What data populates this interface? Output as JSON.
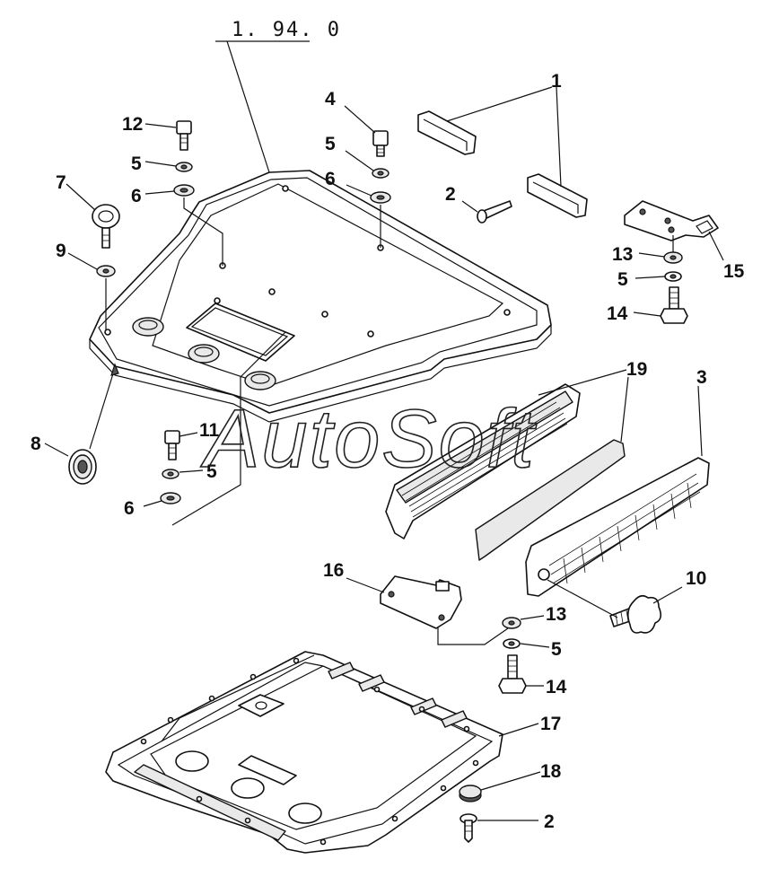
{
  "reference_label": "1. 94. 0",
  "watermark": "AutoSoft",
  "callouts": [
    {
      "id": "c1",
      "text": "1"
    },
    {
      "id": "c2a",
      "text": "2"
    },
    {
      "id": "c2b",
      "text": "2"
    },
    {
      "id": "c3",
      "text": "3"
    },
    {
      "id": "c4",
      "text": "4"
    },
    {
      "id": "c5a",
      "text": "5"
    },
    {
      "id": "c5b",
      "text": "5"
    },
    {
      "id": "c5c",
      "text": "5"
    },
    {
      "id": "c5d",
      "text": "5"
    },
    {
      "id": "c5e",
      "text": "5"
    },
    {
      "id": "c6a",
      "text": "6"
    },
    {
      "id": "c6b",
      "text": "6"
    },
    {
      "id": "c6c",
      "text": "6"
    },
    {
      "id": "c7",
      "text": "7"
    },
    {
      "id": "c8",
      "text": "8"
    },
    {
      "id": "c9",
      "text": "9"
    },
    {
      "id": "c10",
      "text": "10"
    },
    {
      "id": "c11",
      "text": "11"
    },
    {
      "id": "c12",
      "text": "12"
    },
    {
      "id": "c13a",
      "text": "13"
    },
    {
      "id": "c13b",
      "text": "13"
    },
    {
      "id": "c14a",
      "text": "14"
    },
    {
      "id": "c14b",
      "text": "14"
    },
    {
      "id": "c15",
      "text": "15"
    },
    {
      "id": "c16",
      "text": "16"
    },
    {
      "id": "c17",
      "text": "17"
    },
    {
      "id": "c18",
      "text": "18"
    },
    {
      "id": "c19",
      "text": "19"
    }
  ]
}
